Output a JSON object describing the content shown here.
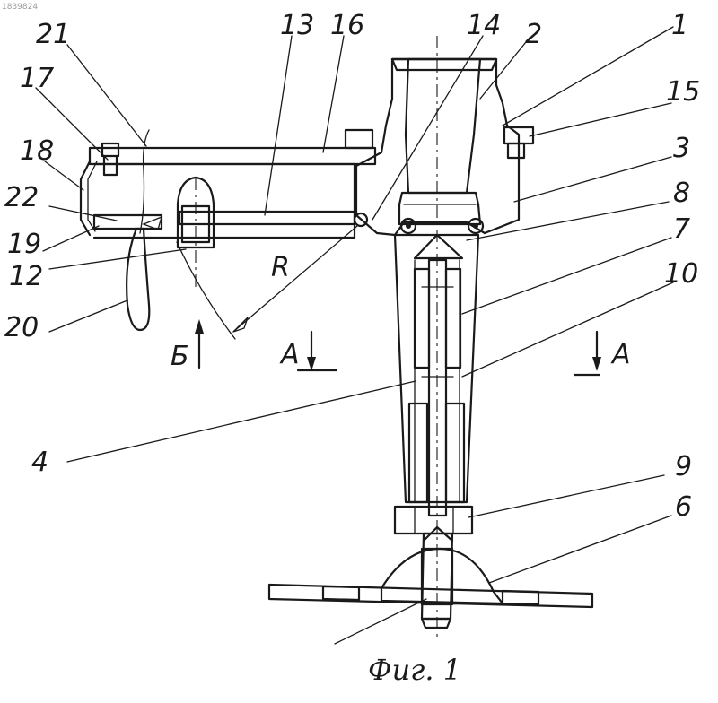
{
  "corner_id": "1839824",
  "caption": "Фиг. 1",
  "labels": {
    "l1": "1",
    "l2": "2",
    "l3": "3",
    "l4": "4",
    "l6": "6",
    "l7": "7",
    "l8": "8",
    "l9": "9",
    "l10": "10",
    "l12": "12",
    "l13": "13",
    "l14": "14",
    "l15": "15",
    "l16": "16",
    "l17": "17",
    "l18": "18",
    "l19": "19",
    "l20": "20",
    "l21": "21",
    "l22": "22"
  },
  "radius_label": "R",
  "section_b": "Б",
  "section_a_left": "A",
  "section_a_right": "A"
}
